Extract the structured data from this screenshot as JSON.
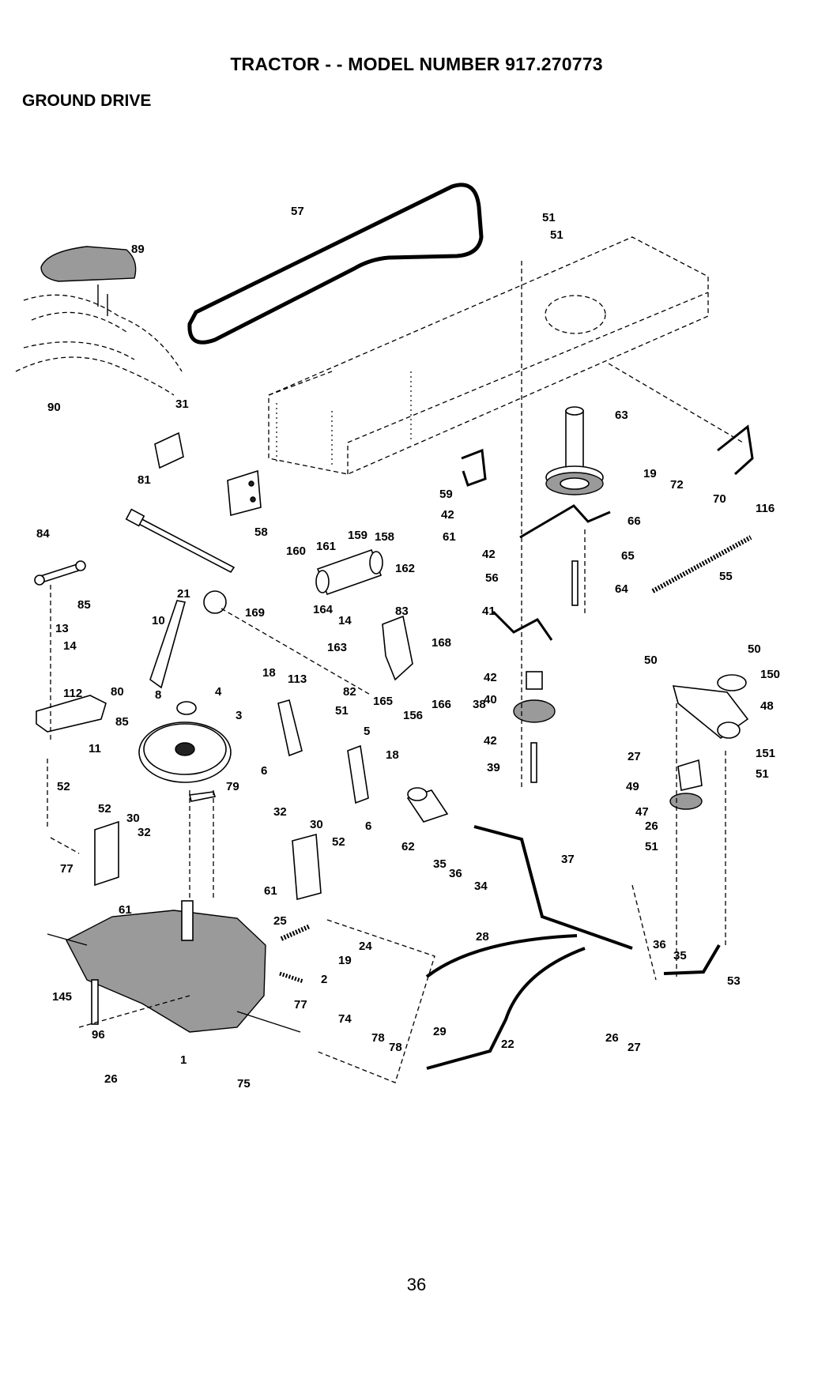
{
  "header": {
    "title": "TRACTOR - - MODEL NUMBER 917.270773",
    "section": "GROUND DRIVE"
  },
  "footer": {
    "page_number": "36"
  },
  "callouts": [
    "57",
    "51",
    "51",
    "89",
    "90",
    "31",
    "81",
    "58",
    "63",
    "19",
    "72",
    "70",
    "116",
    "59",
    "42",
    "61",
    "42",
    "56",
    "66",
    "65",
    "64",
    "55",
    "84",
    "85",
    "160",
    "161",
    "159",
    "158",
    "162",
    "21",
    "169",
    "164",
    "14",
    "83",
    "13",
    "14",
    "112",
    "10",
    "163",
    "168",
    "41",
    "42",
    "40",
    "38",
    "42",
    "39",
    "80",
    "85",
    "8",
    "4",
    "3",
    "11",
    "18",
    "113",
    "82",
    "51",
    "165",
    "156",
    "166",
    "5",
    "18",
    "6",
    "6",
    "50",
    "50",
    "150",
    "48",
    "27",
    "151",
    "51",
    "49",
    "47",
    "26",
    "51",
    "79",
    "52",
    "52",
    "30",
    "32",
    "77",
    "61",
    "32",
    "30",
    "52",
    "61",
    "62",
    "35",
    "36",
    "34",
    "37",
    "25",
    "24",
    "19",
    "2",
    "28",
    "77",
    "74",
    "78",
    "78",
    "29",
    "22",
    "145",
    "96",
    "1",
    "26",
    "75",
    "36",
    "35",
    "53",
    "26",
    "27"
  ]
}
